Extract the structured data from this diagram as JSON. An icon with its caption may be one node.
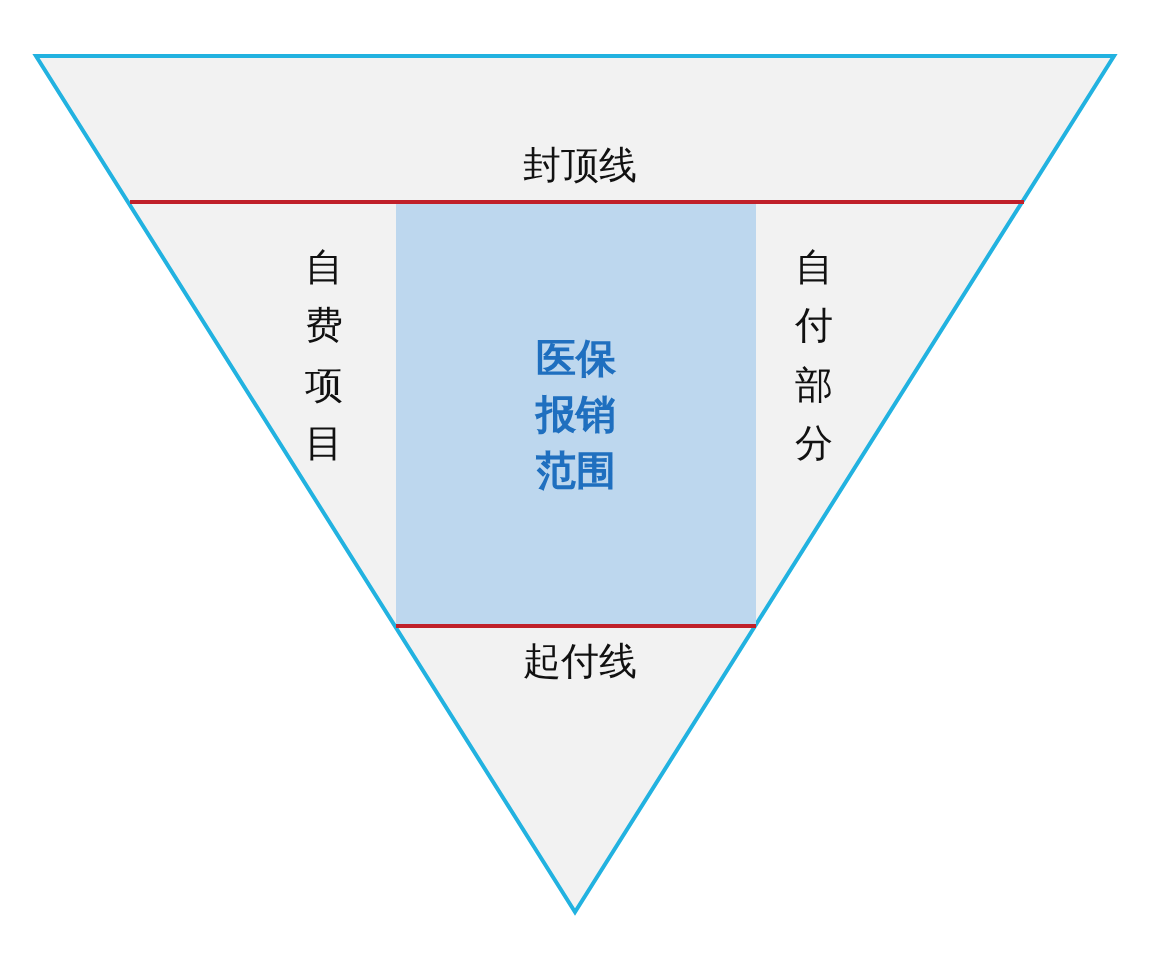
{
  "diagram": {
    "nodes": [
      {
        "text": [],
        "shape": "triangle"
      },
      {
        "text": [
          "医保报销范围"
        ],
        "in": 0
      }
    ],
    "labels": [
      "封顶线",
      "自费项目",
      "自付部分",
      "起付线"
    ]
  }
}
